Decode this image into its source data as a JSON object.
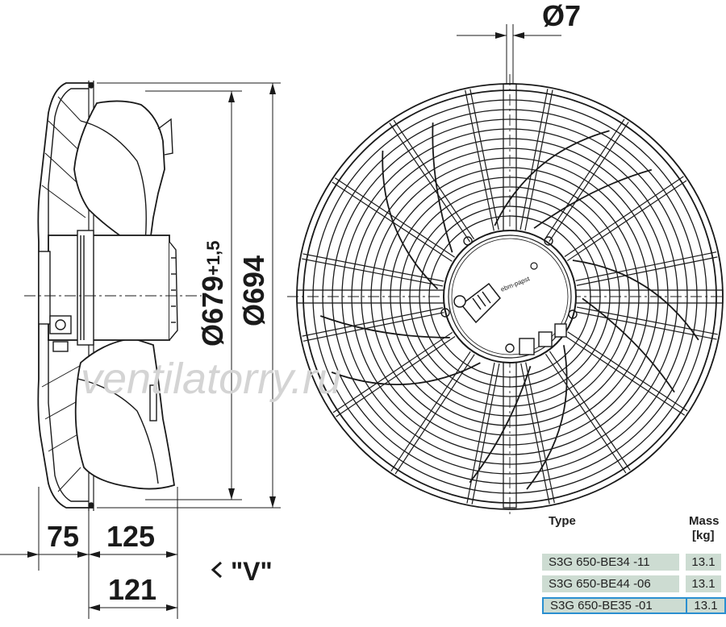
{
  "dimensions": {
    "bolt_hole": "Ø7",
    "blade_diameter": "Ø679",
    "blade_tolerance": "+1,5",
    "guard_diameter": "Ø694",
    "depth_front": "75",
    "depth_total": "125",
    "depth_motor": "121",
    "view_label": "\"V\""
  },
  "label_text": "ebm-papst",
  "watermark": "ventilatorry.ru",
  "table": {
    "header_type": "Type",
    "header_mass": "Mass",
    "header_mass_unit": "[kg]",
    "rows": [
      {
        "type": "S3G 650-BE34 -11",
        "mass": "13.1",
        "highlighted": false
      },
      {
        "type": "S3G 650-BE44 -06",
        "mass": "13.1",
        "highlighted": false
      },
      {
        "type": "S3G 650-BE35 -01",
        "mass": "13.1",
        "highlighted": true
      }
    ]
  },
  "colors": {
    "line": "#1a1a1a",
    "cell_fill": "#cddcd2",
    "highlight_border": "#2a8fd0",
    "watermark": "#d4d4d4"
  }
}
